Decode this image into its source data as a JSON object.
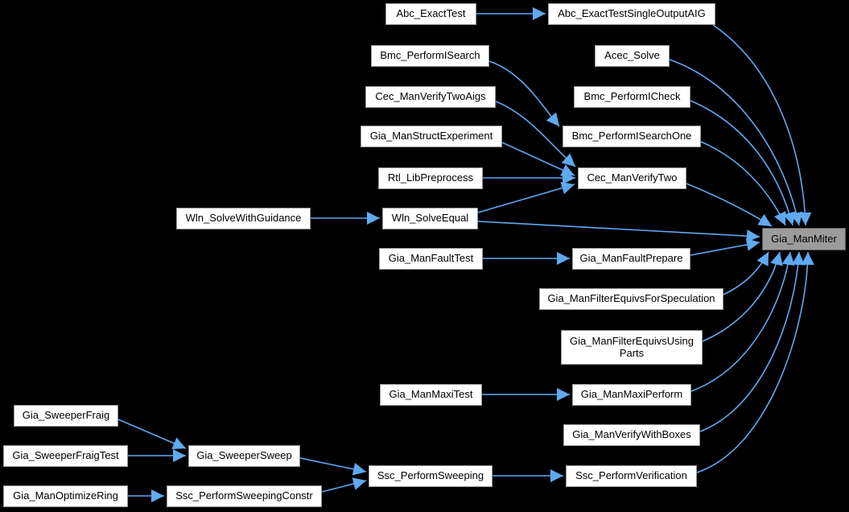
{
  "diagram": {
    "type": "call-graph",
    "central_function": "Gia_ManMiter",
    "colors": {
      "background": "#000000",
      "edge": "#5fa9f0",
      "node_fill": "#ffffff",
      "node_border": "#979797",
      "highlight_fill": "#9c9c9c",
      "highlight_border": "#5c5c5c",
      "text": "#000000"
    },
    "nodes": {
      "abc_exact_test": {
        "label": "Abc_ExactTest"
      },
      "abc_exact_test_single_output_aig": {
        "label": "Abc_ExactTestSingleOutputAIG"
      },
      "bmc_perform_i_search": {
        "label": "Bmc_PerformISearch"
      },
      "acec_solve": {
        "label": "Acec_Solve"
      },
      "cec_man_verify_two_aigs": {
        "label": "Cec_ManVerifyTwoAigs"
      },
      "bmc_perform_i_check": {
        "label": "Bmc_PerformICheck"
      },
      "gia_man_struct_experiment": {
        "label": "Gia_ManStructExperiment"
      },
      "bmc_perform_i_search_one": {
        "label": "Bmc_PerformISearchOne"
      },
      "rtl_lib_preprocess": {
        "label": "Rtl_LibPreprocess"
      },
      "cec_man_verify_two": {
        "label": "Cec_ManVerifyTwo"
      },
      "wln_solve_with_guidance": {
        "label": "Wln_SolveWithGuidance"
      },
      "wln_solve_equal": {
        "label": "Wln_SolveEqual"
      },
      "gia_man_fault_test": {
        "label": "Gia_ManFaultTest"
      },
      "gia_man_fault_prepare": {
        "label": "Gia_ManFaultPrepare"
      },
      "gia_man_miter": {
        "label": "Gia_ManMiter"
      },
      "gia_man_filter_equivs_for_speculation": {
        "label": "Gia_ManFilterEquivsForSpeculation"
      },
      "gia_man_filter_equivs_using_parts": {
        "label_line1": "Gia_ManFilterEquivsUsing",
        "label_line2": "Parts"
      },
      "gia_man_maxi_test": {
        "label": "Gia_ManMaxiTest"
      },
      "gia_man_maxi_perform": {
        "label": "Gia_ManMaxiPerform"
      },
      "gia_man_verify_with_boxes": {
        "label": "Gia_ManVerifyWithBoxes"
      },
      "gia_sweeper_fraig": {
        "label": "Gia_SweeperFraig"
      },
      "gia_sweeper_fraig_test": {
        "label": "Gia_SweeperFraigTest"
      },
      "gia_sweeper_sweep": {
        "label": "Gia_SweeperSweep"
      },
      "gia_man_optimize_ring": {
        "label": "Gia_ManOptimizeRing"
      },
      "ssc_perform_sweeping_constr": {
        "label": "Ssc_PerformSweepingConstr"
      },
      "ssc_perform_sweeping": {
        "label": "Ssc_PerformSweeping"
      },
      "ssc_perform_verification": {
        "label": "Ssc_PerformVerification"
      }
    },
    "edges": [
      {
        "from": "Abc_ExactTest",
        "to": "Abc_ExactTestSingleOutputAIG"
      },
      {
        "from": "Bmc_PerformISearch",
        "to": "Bmc_PerformISearchOne"
      },
      {
        "from": "Cec_ManVerifyTwoAigs",
        "to": "Cec_ManVerifyTwo"
      },
      {
        "from": "Gia_ManStructExperiment",
        "to": "Cec_ManVerifyTwo"
      },
      {
        "from": "Rtl_LibPreprocess",
        "to": "Cec_ManVerifyTwo"
      },
      {
        "from": "Wln_SolveEqual",
        "to": "Cec_ManVerifyTwo"
      },
      {
        "from": "Wln_SolveWithGuidance",
        "to": "Wln_SolveEqual"
      },
      {
        "from": "Gia_ManFaultTest",
        "to": "Gia_ManFaultPrepare"
      },
      {
        "from": "Gia_ManMaxiTest",
        "to": "Gia_ManMaxiPerform"
      },
      {
        "from": "Gia_SweeperFraig",
        "to": "Gia_SweeperSweep"
      },
      {
        "from": "Gia_SweeperFraigTest",
        "to": "Gia_SweeperSweep"
      },
      {
        "from": "Gia_ManOptimizeRing",
        "to": "Ssc_PerformSweepingConstr"
      },
      {
        "from": "Gia_SweeperSweep",
        "to": "Ssc_PerformSweeping"
      },
      {
        "from": "Ssc_PerformSweepingConstr",
        "to": "Ssc_PerformSweeping"
      },
      {
        "from": "Ssc_PerformSweeping",
        "to": "Ssc_PerformVerification"
      },
      {
        "from": "Abc_ExactTestSingleOutputAIG",
        "to": "Gia_ManMiter"
      },
      {
        "from": "Acec_Solve",
        "to": "Gia_ManMiter"
      },
      {
        "from": "Bmc_PerformICheck",
        "to": "Gia_ManMiter"
      },
      {
        "from": "Bmc_PerformISearchOne",
        "to": "Gia_ManMiter"
      },
      {
        "from": "Cec_ManVerifyTwo",
        "to": "Gia_ManMiter"
      },
      {
        "from": "Wln_SolveEqual",
        "to": "Gia_ManMiter"
      },
      {
        "from": "Gia_ManFaultPrepare",
        "to": "Gia_ManMiter"
      },
      {
        "from": "Gia_ManFilterEquivsForSpeculation",
        "to": "Gia_ManMiter"
      },
      {
        "from": "Gia_ManFilterEquivsUsingParts",
        "to": "Gia_ManMiter"
      },
      {
        "from": "Gia_ManMaxiPerform",
        "to": "Gia_ManMiter"
      },
      {
        "from": "Gia_ManVerifyWithBoxes",
        "to": "Gia_ManMiter"
      },
      {
        "from": "Ssc_PerformVerification",
        "to": "Gia_ManMiter"
      }
    ]
  }
}
